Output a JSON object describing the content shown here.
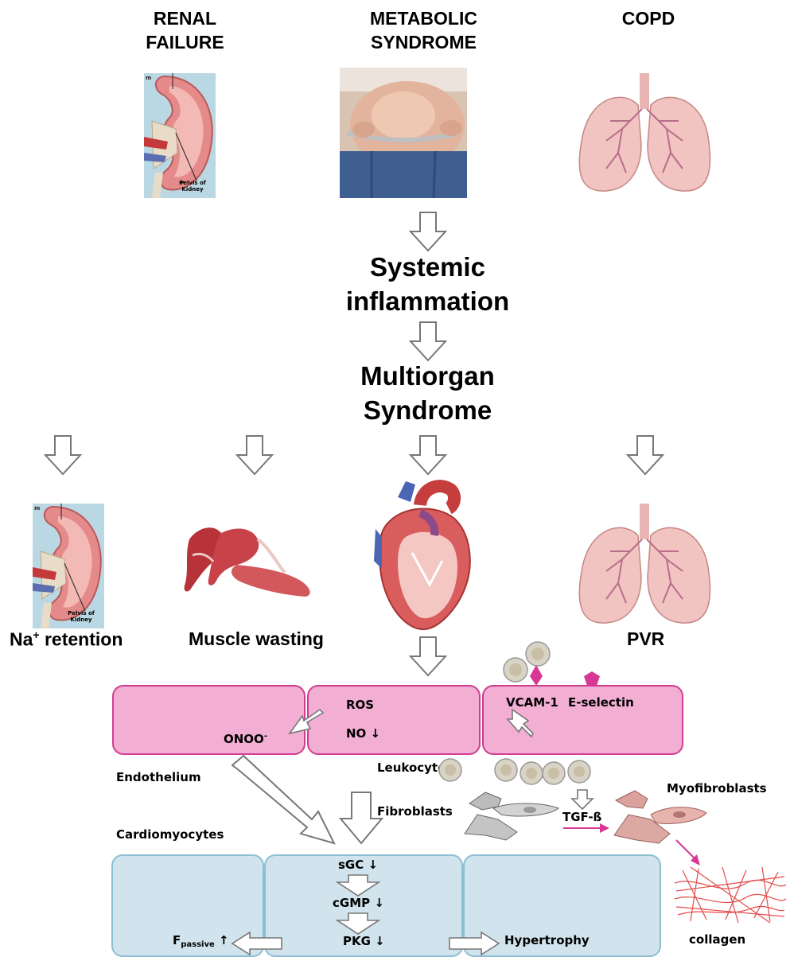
{
  "headers": {
    "renal_failure": "RENAL\nFAILURE",
    "metabolic_syndrome": "METABOLIC\nSYNDROME",
    "copd": "COPD"
  },
  "kidney_label": "Pelvis of\nKidney",
  "center": {
    "systemic_inflammation": "Systemic\ninflammation",
    "multiorgan_syndrome": "Multiorgan\nSyndrome"
  },
  "organs": {
    "na_retention": "retention",
    "na_symbol": "Na",
    "na_sup": "+",
    "muscle_wasting": "Muscle wasting",
    "pvr": "PVR"
  },
  "endothelium": {
    "ros": "ROS",
    "no": "NO",
    "onoo": "ONOO",
    "onoo_sup": "-",
    "vcam": "VCAM-1",
    "eselectin": "E-selectin"
  },
  "labels": {
    "endothelium": "Endothelium",
    "leukocytes": "Leukocytes",
    "fibroblasts": "Fibroblasts",
    "myofibroblasts": "Myofibroblasts",
    "tgf": "TGF-ß",
    "cardiomyocytes": "Cardiomyocytes",
    "collagen": "collagen"
  },
  "cardio": {
    "sgc": "sGC",
    "cgmp": "cGMP",
    "pkg": "PKG",
    "down_arrow": "↓",
    "up_arrow": "↑",
    "f": "F",
    "passive": "passive",
    "hypertrophy": "Hypertrophy"
  },
  "colors": {
    "endothelium_fill": "#f3aed4",
    "endothelium_border": "#cf3e91",
    "cardio_fill": "#d1e4ed",
    "cardio_border": "#8cbfd1",
    "magenta_arrow": "#d63893",
    "open_arrow_stroke": "#777777"
  }
}
